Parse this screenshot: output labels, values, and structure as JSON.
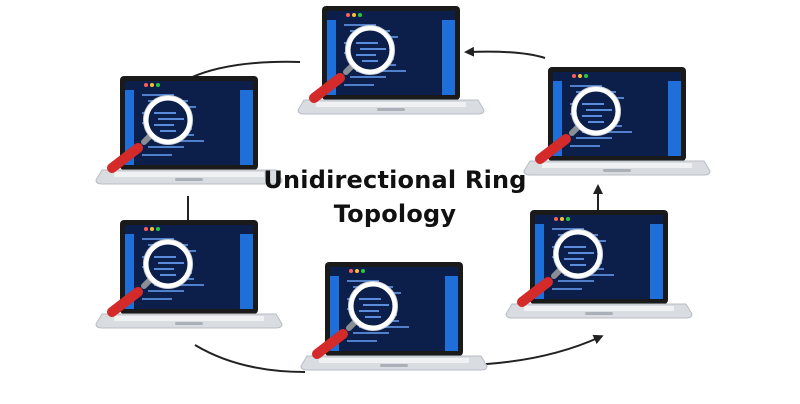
{
  "title": {
    "line1": "Unidirectional Ring",
    "line2": "Topology"
  },
  "nodes": [
    {
      "id": "top",
      "icon": "laptop-icon"
    },
    {
      "id": "upper-right",
      "icon": "laptop-icon"
    },
    {
      "id": "lower-right",
      "icon": "laptop-icon"
    },
    {
      "id": "bottom",
      "icon": "laptop-icon"
    },
    {
      "id": "lower-left",
      "icon": "laptop-icon"
    },
    {
      "id": "upper-left",
      "icon": "laptop-icon"
    }
  ],
  "colors": {
    "screen": "#0c1f4a",
    "screen_side": "#1e6fd9",
    "bezel": "#1a1a1a",
    "base": "#d9dde2",
    "lens_ring": "#ffffff",
    "handle": "#d42a2a",
    "arrow": "#222222"
  }
}
